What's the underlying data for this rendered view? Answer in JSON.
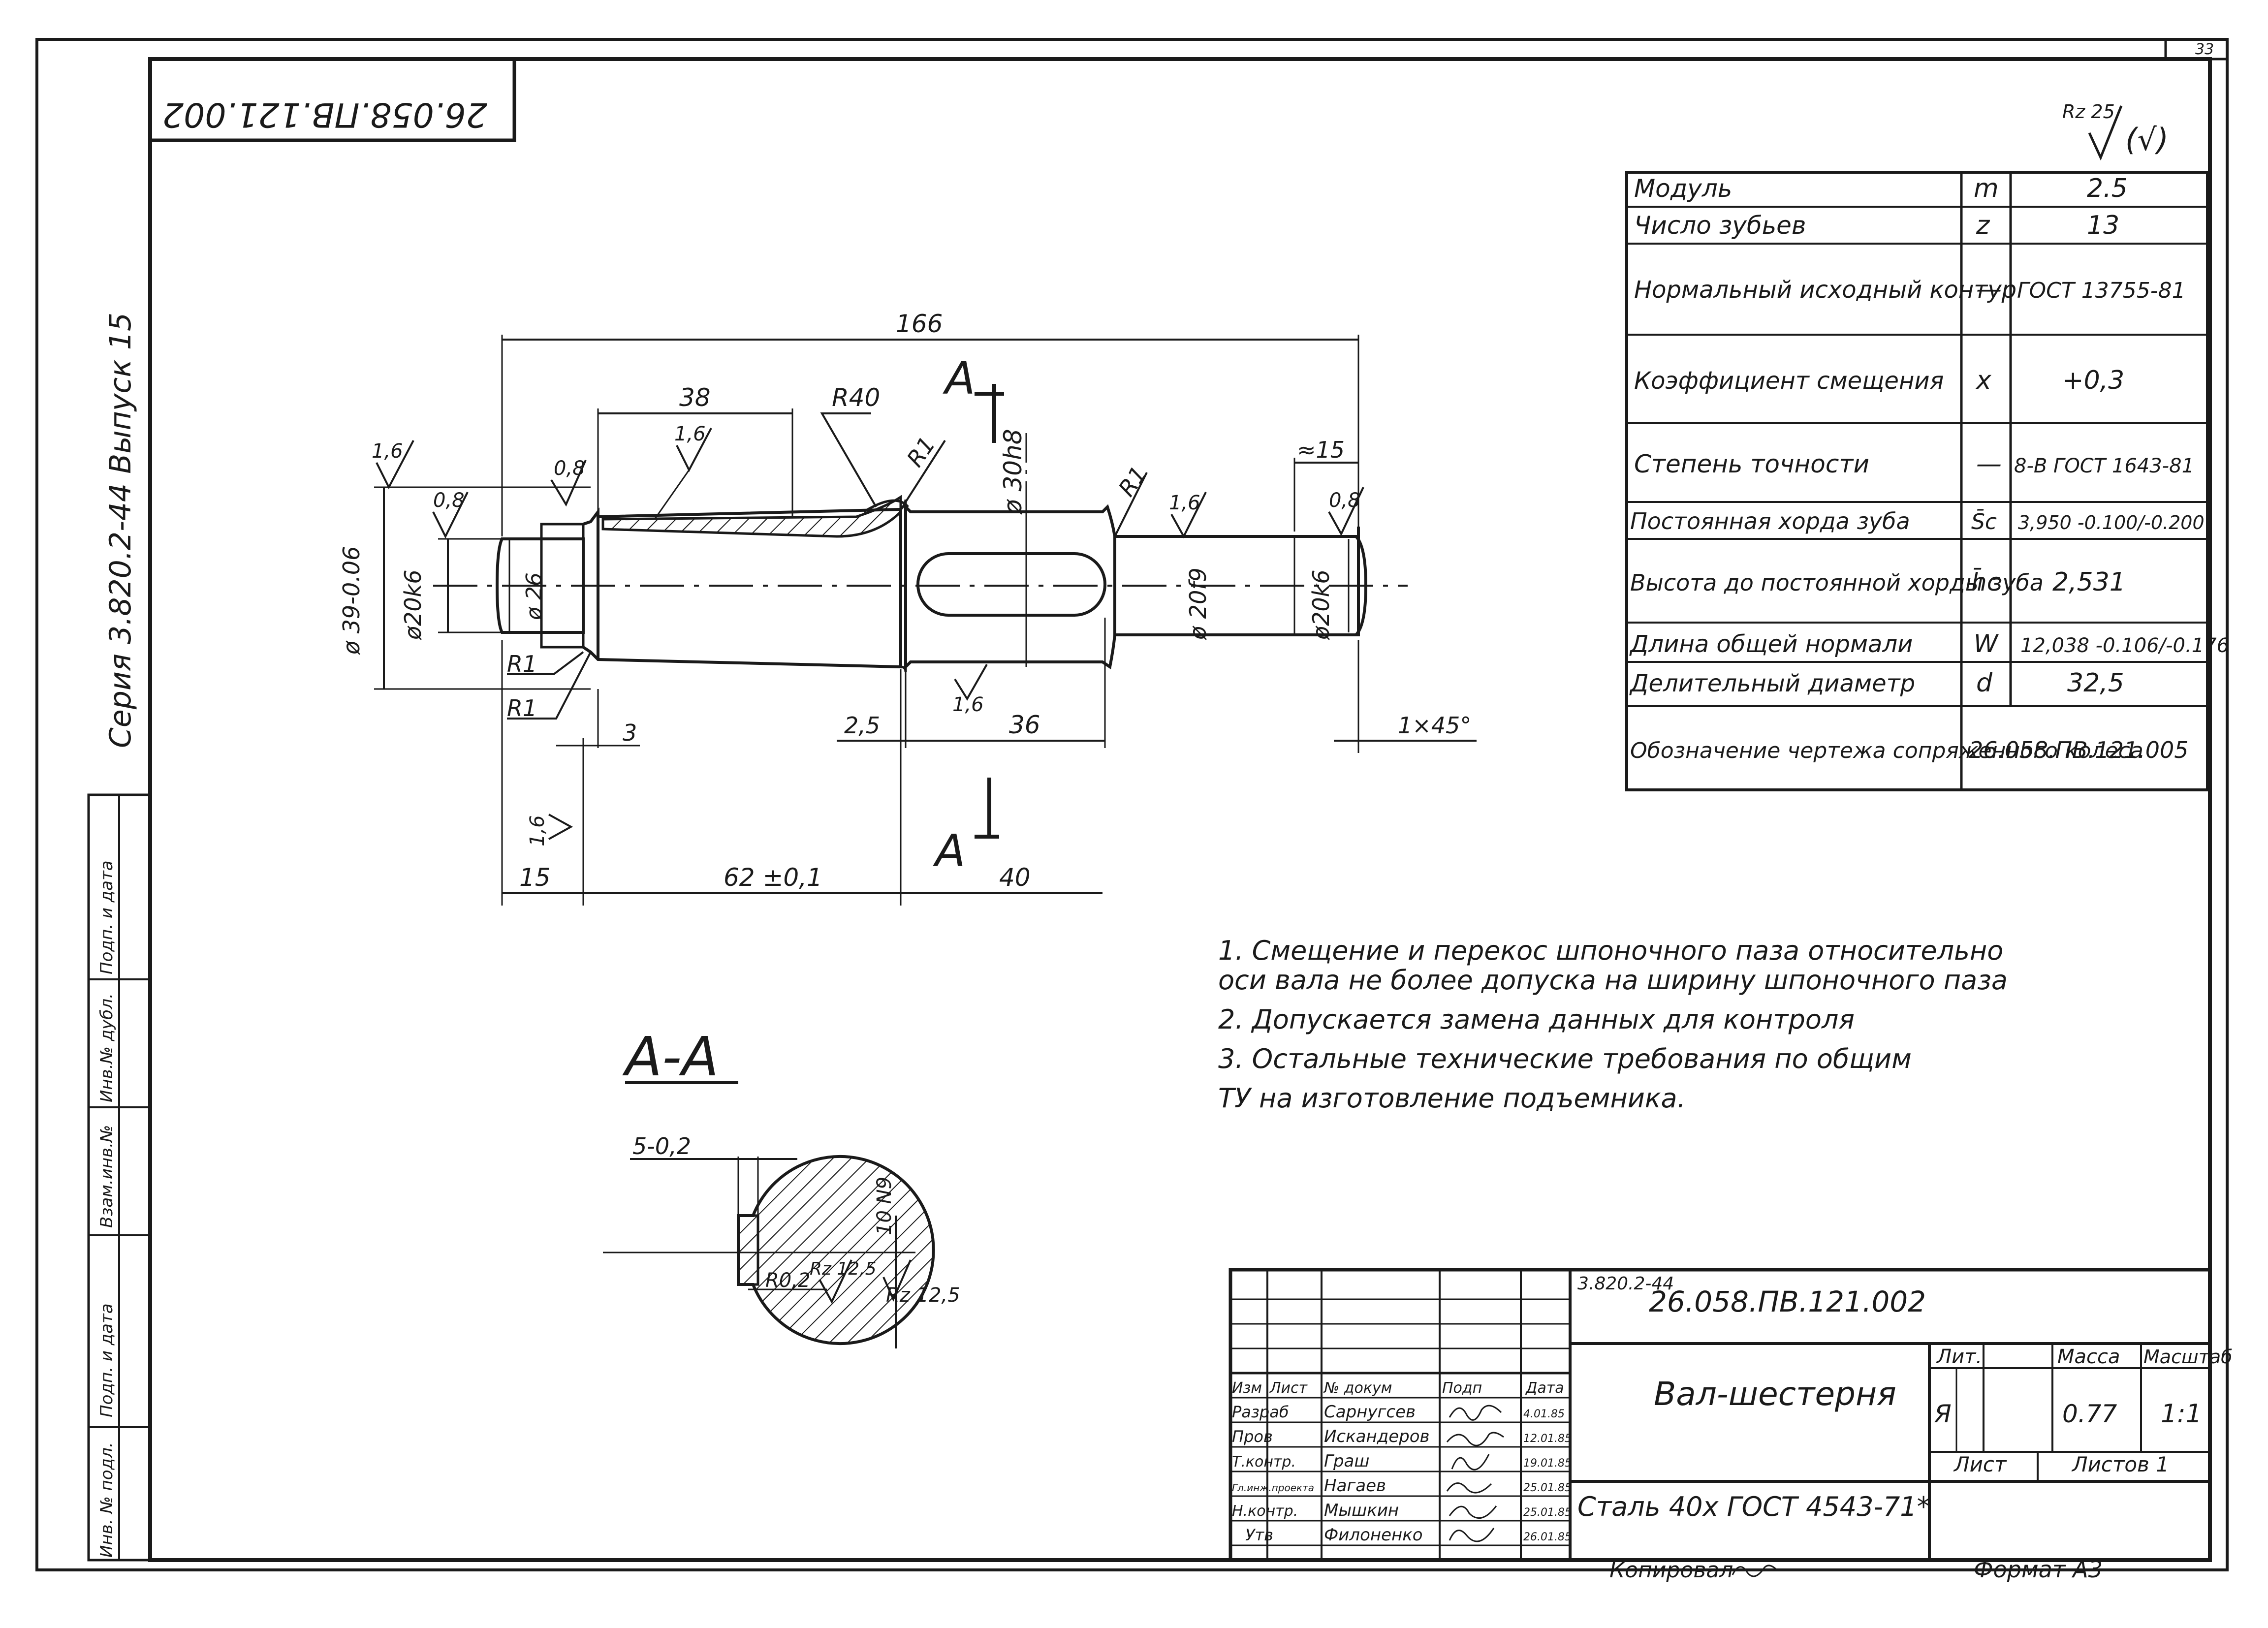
{
  "frame": {
    "sheet_number": "33",
    "doc_code_rotated": "26.058.ПВ.121.002",
    "series_text": "Серия 3.820.2-44    Выпуск 15"
  },
  "left_stamp": [
    "Инв. № подл.",
    "Подп. и дата",
    "Взам.инв.№",
    "Инв.№ дубл.",
    "Подп. и дата"
  ],
  "roughness_general": {
    "value": "Rz 25",
    "bracket": "(√)"
  },
  "gear_params": {
    "rows": [
      {
        "name": "Модуль",
        "symbol": "m",
        "value": "2.5"
      },
      {
        "name": "Число зубьев",
        "symbol": "z",
        "value": "13"
      },
      {
        "name": "Нормальный исходный контур",
        "symbol": "—",
        "value": "ГОСТ 13755-81"
      },
      {
        "name": "Коэффициент смещения",
        "symbol": "x",
        "value": "+0,3"
      },
      {
        "name": "Степень точности",
        "symbol": "—",
        "value": "8-В ГОСТ 1643-81"
      },
      {
        "name": "Постоянная хорда зуба",
        "symbol": "S̄c",
        "value": "3,950 -0.100/-0.200"
      },
      {
        "name": "Высота до постоянной хорды зуба",
        "symbol": "h̄c",
        "value": "2,531"
      },
      {
        "name": "Длина общей нормали",
        "symbol": "W",
        "value": "12,038 -0.106/-0.176"
      },
      {
        "name": "Делительный диаметр",
        "symbol": "d",
        "value": "32,5"
      },
      {
        "name": "Обозначение чертежа сопряженного колеса",
        "symbol": "",
        "value": "26.058.ПВ.121.005"
      }
    ]
  },
  "dims": {
    "overall": "166",
    "gear_len": "38",
    "r40": "R40",
    "r1a": "R1",
    "r1b": "R1",
    "r1c": "R1",
    "r1d": "R1",
    "d30": "ø 30h8",
    "d39": "ø 39-0.06",
    "d20a": "ø20k6",
    "d26": "ø 26",
    "d20f": "ø 20f9",
    "d20b": "ø20k6",
    "approx15": "≈15",
    "r16a": "1,6",
    "r16b": "1,6",
    "r16c": "1,6",
    "r16d": "1,6",
    "r16e": "1,6",
    "r08a": "0,8",
    "r08b": "0,8",
    "r08c": "0,8",
    "l3": "3",
    "l25": "2,5",
    "l36": "36",
    "l15": "15",
    "l62": "62 ±0,1",
    "l40": "40",
    "chamfer": "1×45°",
    "cut": "A"
  },
  "section": {
    "title": "A-A",
    "w": "5-0,2",
    "depth": "10 N9",
    "r02": "R0,2",
    "rz1": "Rz 12,5",
    "rz2": "Rz 12,5"
  },
  "notes": [
    "1. Смещение и перекос шпоночного паза относительно",
    "   оси вала не более допуска на ширину шпоночного паза",
    "2. Допускается замена данных для контроля",
    "3. Остальные технические требования по общим",
    "   ТУ на изготовление подъемника."
  ],
  "title_block": {
    "series": "3.820.2-44",
    "designation": "26.058.ПВ.121.002",
    "name": "Вал-шестерня",
    "material": "Сталь 40х ГОСТ 4543-71*",
    "lit_label": "Лит.",
    "mass_label": "Масса",
    "scale_label": "Масштаб",
    "lit": "Я",
    "mass": "0.77",
    "scale": "1:1",
    "sheet_label": "Лист",
    "sheets_label": "Листов 1",
    "head": [
      "Изм",
      "Лист",
      "№ докум",
      "Подп",
      "Дата"
    ],
    "roles": [
      {
        "role": "Разраб",
        "name": "Сарнугсев",
        "date": "4.01.85"
      },
      {
        "role": "Пров",
        "name": "Искандеров",
        "date": "12.01.85"
      },
      {
        "role": "Т.контр.",
        "name": "Граш",
        "date": "19.01.85"
      },
      {
        "role": "Гл.инж.проекта",
        "name": "Нагаев",
        "date": "25.01.85"
      },
      {
        "role": "Н.контр.",
        "name": "Мышкин",
        "date": "25.01.85"
      },
      {
        "role": "Утв",
        "name": "Филоненко",
        "date": "26.01.85"
      }
    ],
    "copied": "Копировал",
    "format": "Формат А3"
  }
}
